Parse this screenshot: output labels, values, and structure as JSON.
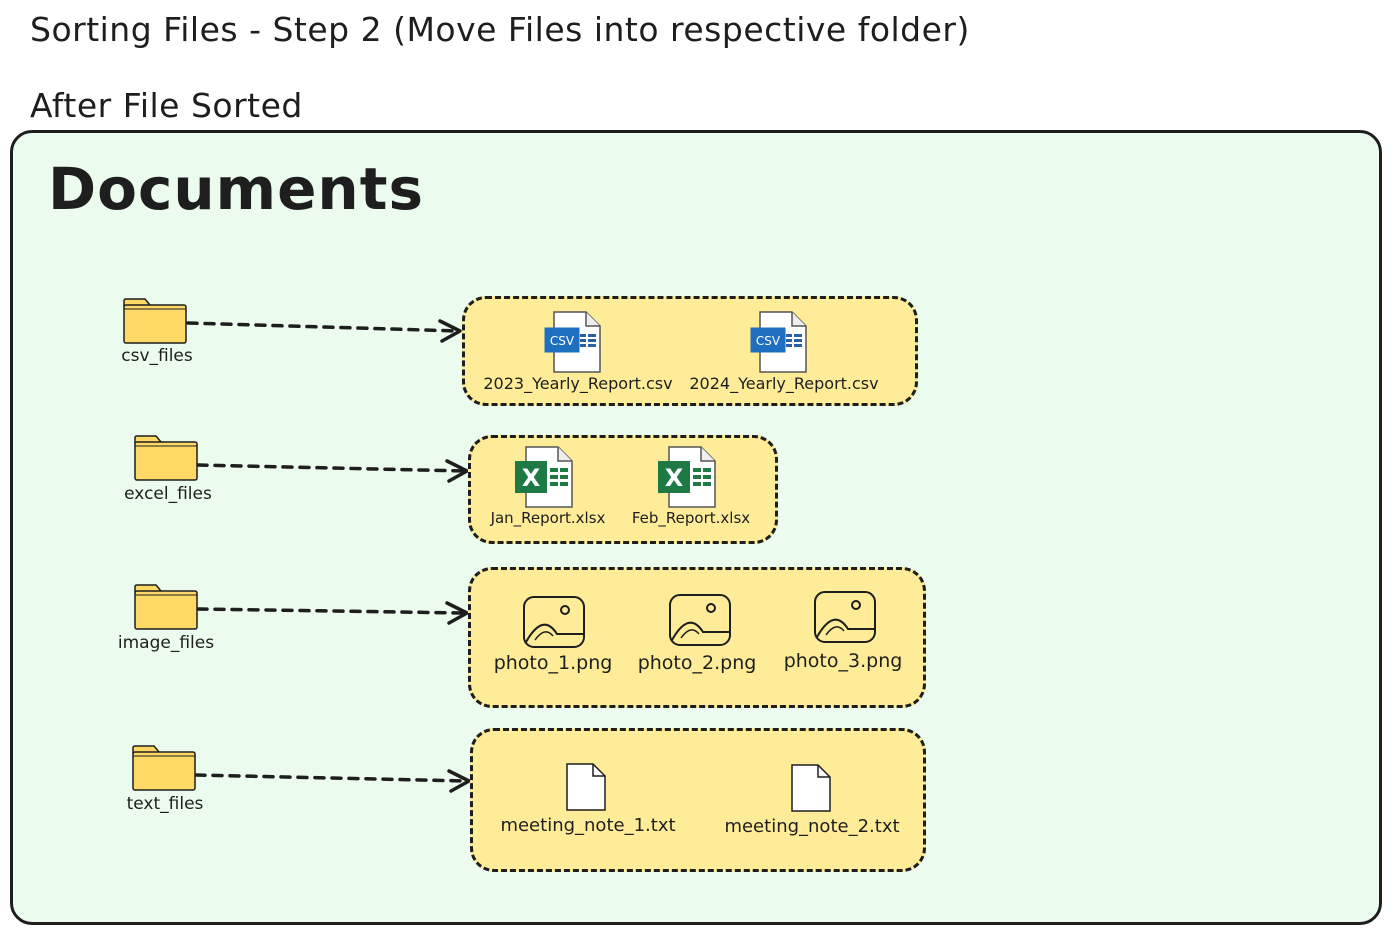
{
  "title": "Sorting Files - Step 2 (Move Files into respective folder)",
  "subtitle": "After File Sorted",
  "panel": {
    "title": "Documents"
  },
  "folders": [
    {
      "label": "csv_files",
      "files": [
        "2023_Yearly_Report.csv",
        "2024_Yearly_Report.csv"
      ],
      "file_icon": "csv-file-icon",
      "icon_text": "CSV"
    },
    {
      "label": "excel_files",
      "files": [
        "Jan_Report.xlsx",
        "Feb_Report.xlsx"
      ],
      "file_icon": "excel-file-icon",
      "icon_text": "X"
    },
    {
      "label": "image_files",
      "files": [
        "photo_1.png",
        "photo_2.png",
        "photo_3.png"
      ],
      "file_icon": "image-file-icon"
    },
    {
      "label": "text_files",
      "files": [
        "meeting_note_1.txt",
        "meeting_note_2.txt"
      ],
      "file_icon": "text-file-icon"
    }
  ],
  "colors": {
    "panel_background": "#ebfbee",
    "group_background": "#ffec99",
    "folder_fill": "#ffd966",
    "csv_blue": "#1e6fc0",
    "excel_green": "#1d7a45",
    "stroke": "#1e1e1e"
  }
}
